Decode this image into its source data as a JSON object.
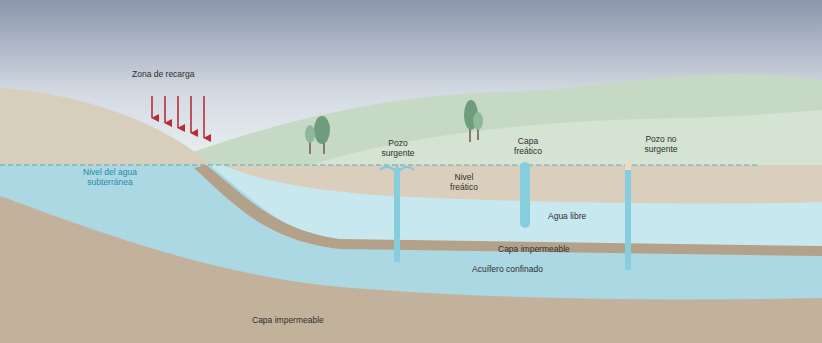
{
  "diagram": {
    "labels": [
      "Zona de recarga",
      "Nivel del agua subterránea",
      "Pozo surgente",
      "Capa freático",
      "Pozo no surgente",
      "Nivel freático",
      "Agua libre",
      "Capa impermeable",
      "Acuífero confinado",
      "Capa impermeable"
    ]
  }
}
